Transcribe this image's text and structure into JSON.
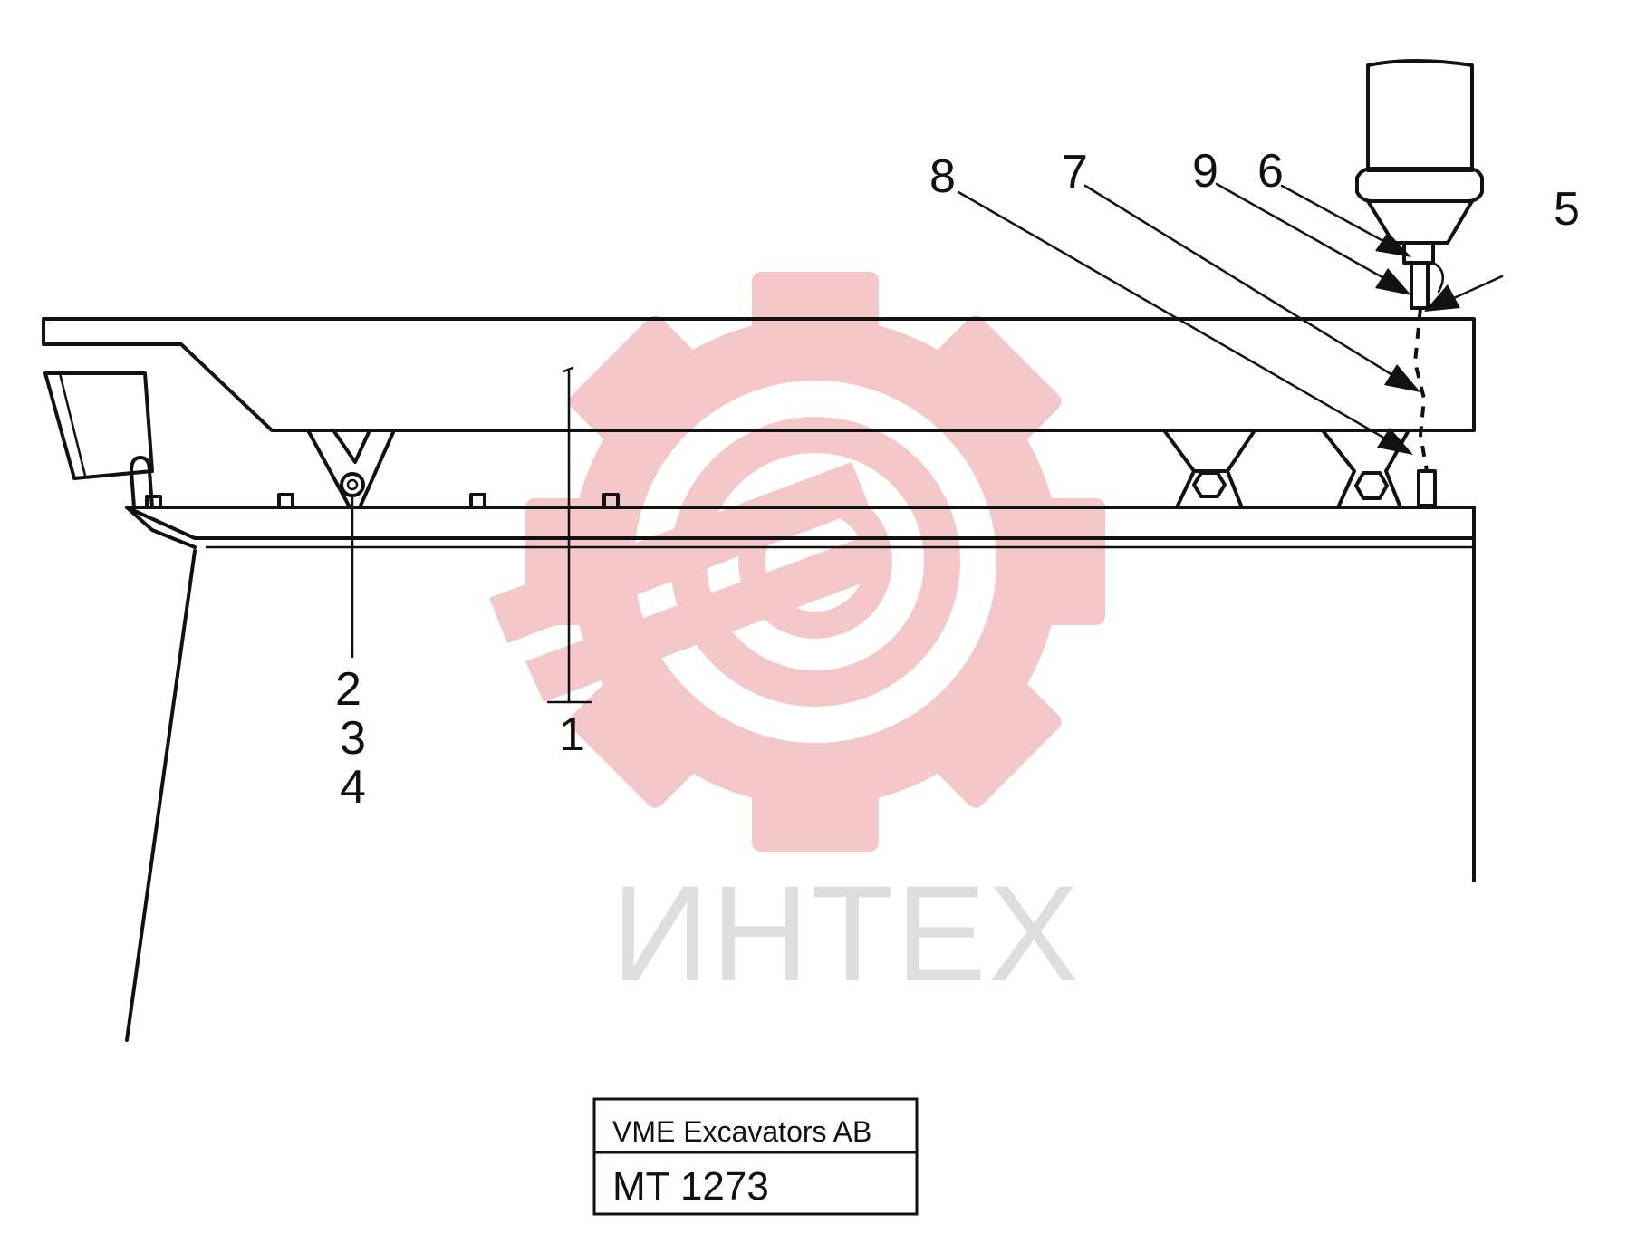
{
  "watermark": {
    "text": "ИНТЕХ",
    "gear_color": "#f4c8c8",
    "text_color": "#dedede"
  },
  "callouts": {
    "c1": "1",
    "c2": "2",
    "c3": "3",
    "c4": "4",
    "c5": "5",
    "c6": "6",
    "c7": "7",
    "c8": "8",
    "c9": "9"
  },
  "title_block": {
    "company": "VME Excavators AB",
    "drawing_number": "MT 1273"
  }
}
